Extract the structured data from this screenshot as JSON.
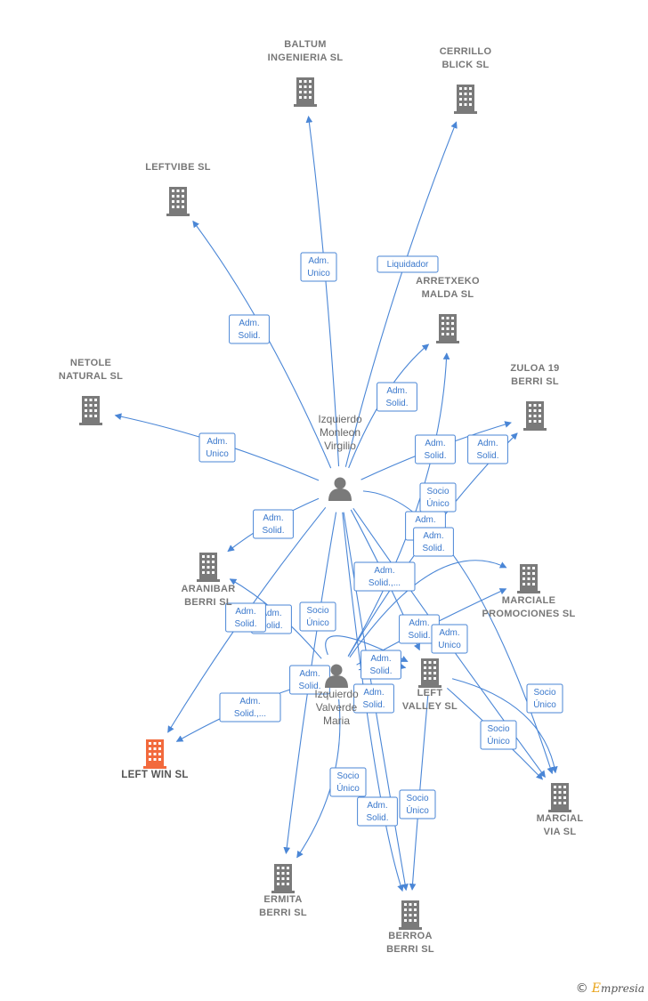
{
  "colors": {
    "edge": "#4a86d6",
    "building": "#7a7a7a",
    "focus": "#f26a3d",
    "person": "#7a7a7a"
  },
  "nodes": [
    {
      "id": "baltum",
      "type": "company",
      "label": [
        "BALTUM",
        "INGENIERIA SL"
      ],
      "focus": false
    },
    {
      "id": "cerrillo",
      "type": "company",
      "label": [
        "CERRILLO",
        "BLICK SL"
      ],
      "focus": false
    },
    {
      "id": "leftvibe",
      "type": "company",
      "label": [
        "LEFTVIBE  SL"
      ],
      "focus": false
    },
    {
      "id": "arretxeko",
      "type": "company",
      "label": [
        "ARRETXEKO",
        "MALDA  SL"
      ],
      "focus": false
    },
    {
      "id": "netole",
      "type": "company",
      "label": [
        "NETOLE",
        "NATURAL SL"
      ],
      "focus": false
    },
    {
      "id": "zuloa",
      "type": "company",
      "label": [
        "ZULOA 19",
        "BERRI  SL"
      ],
      "focus": false
    },
    {
      "id": "aranibar",
      "type": "company",
      "label": [
        "ARANIBAR",
        "BERRI  SL"
      ],
      "focus": false
    },
    {
      "id": "marciale",
      "type": "company",
      "label": [
        "MARCIALE",
        "PROMOCIONES SL"
      ],
      "focus": false
    },
    {
      "id": "leftvalley",
      "type": "company",
      "label": [
        "LEFT",
        "VALLEY SL"
      ],
      "focus": false
    },
    {
      "id": "leftwin",
      "type": "company",
      "label": [
        "LEFT WIN  SL"
      ],
      "focus": true
    },
    {
      "id": "marcial",
      "type": "company",
      "label": [
        "MARCIAL",
        "VIA SL"
      ],
      "focus": false
    },
    {
      "id": "ermita",
      "type": "company",
      "label": [
        "ERMITA",
        "BERRI  SL"
      ],
      "focus": false
    },
    {
      "id": "berroa",
      "type": "company",
      "label": [
        "BERROA",
        "BERRI  SL"
      ],
      "focus": false
    },
    {
      "id": "virgilio",
      "type": "person",
      "label": [
        "Izquierdo",
        "Monleon",
        "Virgilio"
      ],
      "focus": false
    },
    {
      "id": "maria",
      "type": "person",
      "label": [
        "Izquierdo",
        "Valverde",
        "Maria"
      ],
      "focus": false
    }
  ],
  "edge_labels": [
    [
      "Adm.",
      "Unico"
    ],
    [
      "Liquidador"
    ],
    [
      "Adm.",
      "Solid."
    ],
    [
      "Adm.",
      "Solid."
    ],
    [
      "Adm.",
      "Unico"
    ],
    [
      "Adm.",
      "Solid."
    ],
    [
      "Adm.",
      "Solid."
    ],
    [
      "Socio",
      "Único"
    ],
    [
      "Adm.",
      "Solid."
    ],
    [
      "Adm.",
      "Solid."
    ],
    [
      "Adm.",
      "Solid."
    ],
    [
      "Adm.",
      "Solid.,..."
    ],
    [
      "Adm.",
      "Solid."
    ],
    [
      "Adm.",
      "Solid."
    ],
    [
      "Socio",
      "Único"
    ],
    [
      "Adm.",
      "Solid."
    ],
    [
      "Adm.",
      "Unico"
    ],
    [
      "Adm.",
      "Solid."
    ],
    [
      "Adm.",
      "Solid."
    ],
    [
      "Adm.",
      "Solid.,..."
    ],
    [
      "Adm.",
      "Solid."
    ],
    [
      "Socio",
      "Único"
    ],
    [
      "Socio",
      "Único"
    ],
    [
      "Socio",
      "Único"
    ],
    [
      "Adm.",
      "Solid."
    ],
    [
      "Socio",
      "Único"
    ]
  ],
  "footer": {
    "copyright": "©",
    "brand_first": "E",
    "brand_rest": "mpresia"
  }
}
